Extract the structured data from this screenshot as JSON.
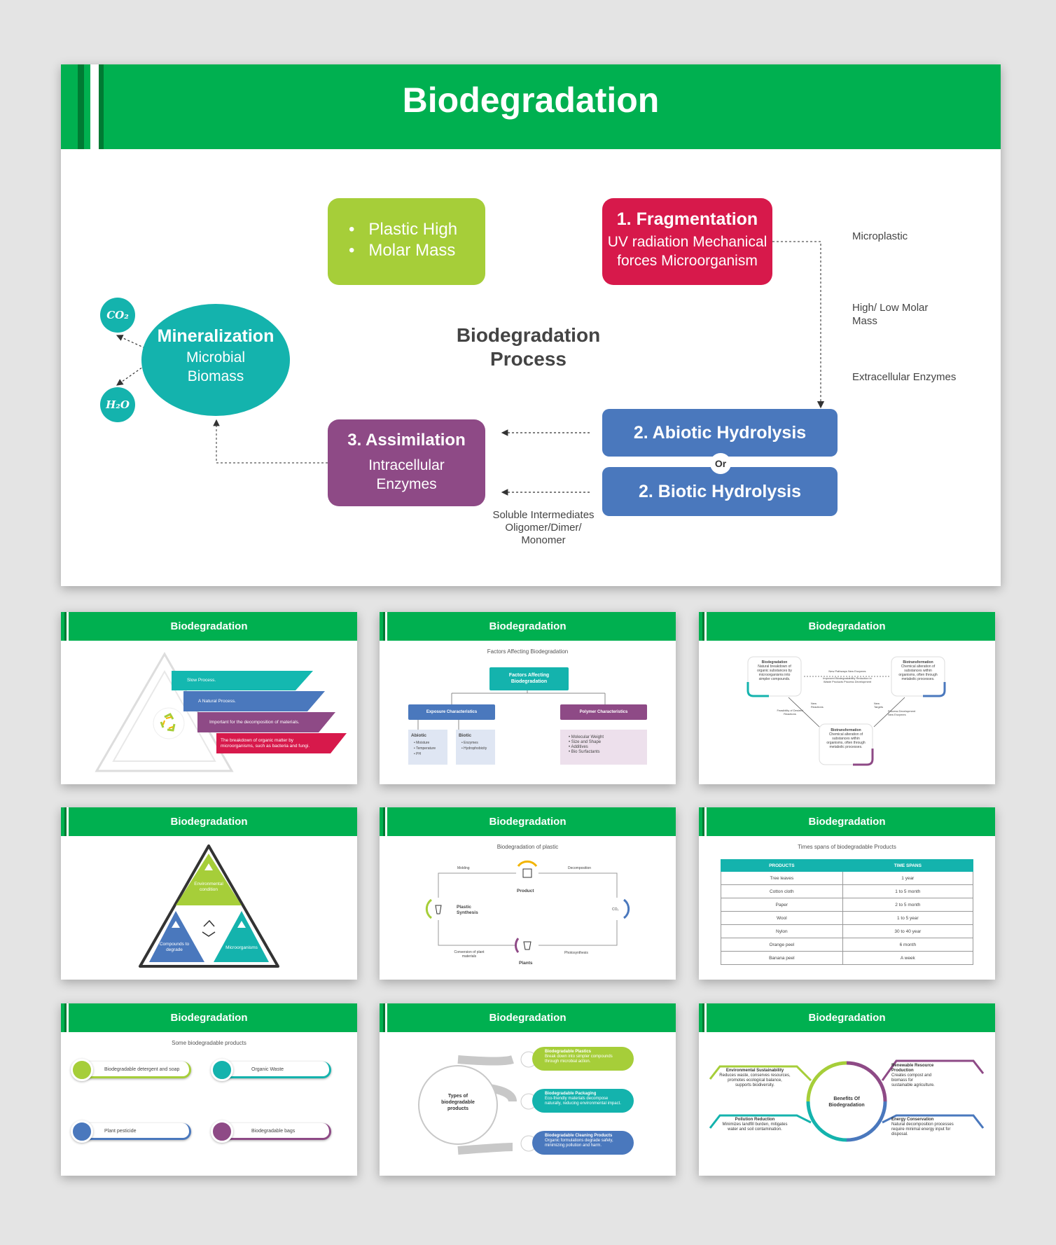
{
  "main": {
    "title": "Biodegradation",
    "green_box": [
      "Plastic High",
      "Molar Mass"
    ],
    "fragmentation": {
      "title": "1. Fragmentation",
      "line1": "UV radiation Mechanical",
      "line2": "forces Microorganism"
    },
    "abiotic": "2. Abiotic Hydrolysis",
    "or": "Or",
    "biotic": "2. Biotic Hydrolysis",
    "assimilation": {
      "title": "3. Assimilation",
      "line1": "Intracellular",
      "line2": "Enzymes"
    },
    "mineralization": {
      "title": "Mineralization",
      "line1": "Microbial",
      "line2": "Biomass"
    },
    "co2": "CO₂",
    "h2o": "H₂O",
    "process": [
      "Biodegradation",
      "Process"
    ],
    "side_labels": {
      "microplastic": "Microplastic",
      "molar": [
        "High/ Low Molar",
        "Mass"
      ],
      "enzymes": "Extracellular Enzymes"
    },
    "soluble": [
      "Soluble Intermediates",
      "Oligomer/Dimer/",
      "Monomer"
    ]
  },
  "thumb_title": "Biodegradation",
  "t1": {
    "items": [
      "Slow Process.",
      "A Natural Process.",
      "Important for the decomposition of materials.",
      "The breakdown of organic matter by",
      "microorganisms, such as bacteria and fungi."
    ]
  },
  "t2": {
    "subtitle": "Factors Affecting Biodegradation",
    "top": [
      "Factors Affecting",
      "Biodegradation"
    ],
    "left": "Exposure Characteristics",
    "right": "Polymer Characteristics",
    "abiotic": "Abiotic",
    "abiotic_items": [
      "Moisture",
      "Temperature",
      "PH"
    ],
    "biotic": "Biotic",
    "biotic_items": [
      "Enzymes",
      "Hydrophobicity"
    ],
    "polymer_items": [
      "Molecular Weight",
      "Size and Shape",
      "Additives",
      "Bio Surfactants"
    ]
  },
  "t3": {
    "node1": {
      "title": "Biodegradation",
      "body": [
        "Natural breakdown of",
        "organic substances by",
        "microorganisms into",
        "simpler compounds."
      ]
    },
    "node2": {
      "title": "Biotransformation",
      "body": [
        "Chemical alteration of",
        "substances within",
        "organisms, often through",
        "metabolic processes."
      ]
    },
    "node3": {
      "title": "Biotransformation",
      "body": [
        "Chemical alteration of",
        "substances within",
        "organisms, often through",
        "metabolic processes."
      ]
    },
    "edge_top": [
      "New Pathways New Enzymes",
      "Improved Biodegradability Reduction in",
      "Waste Products Process Development"
    ],
    "edge_left": [
      "Feasibility of Desired",
      "Reactions"
    ],
    "edge_left2": [
      "New",
      "Reactions"
    ],
    "edge_right": [
      "New",
      "Targets"
    ],
    "edge_right2": [
      "Process Development",
      "New Enzymes"
    ]
  },
  "t4": {
    "top": [
      "Environmental",
      "condition"
    ],
    "left": [
      "Compounds to",
      "degrade"
    ],
    "right": "Microorganisms"
  },
  "t5": {
    "subtitle": "Biodegradation of plastic",
    "molding": "Molding",
    "decomposition": "Decomposition",
    "product": "Product",
    "plastic": [
      "Plastic",
      "Synthesis"
    ],
    "conversion": [
      "Conversion of plant",
      "materials"
    ],
    "photosynthesis": "Photosynthesis",
    "plants": "Plants",
    "co2": "CO₂"
  },
  "t6": {
    "subtitle": "Times spans of biodegradable Products",
    "headers": [
      "PRODUCTS",
      "TIME SPANS"
    ],
    "rows": [
      [
        "Tree leaves",
        "1 year"
      ],
      [
        "Cotton cloth",
        "1 to 5 month"
      ],
      [
        "Paper",
        "2 to 5 month"
      ],
      [
        "Wool",
        "1 to 5 year"
      ],
      [
        "Nylon",
        "30 to 40 year"
      ],
      [
        "Orange peel",
        "6 month"
      ],
      [
        "Banana peel",
        "A week"
      ]
    ]
  },
  "t7": {
    "subtitle": "Some biodegradable products",
    "items": [
      "Biodegradable detergent and soap",
      "Organic Waste",
      "Plant pesticide",
      "Biodegradable bags"
    ]
  },
  "t8": {
    "center": [
      "Types of",
      "biodegradable",
      "products"
    ],
    "items": [
      {
        "title": "Biodegradable Plastics",
        "body": [
          "Break down into simpler compounds",
          "through microbial action."
        ]
      },
      {
        "title": "Biodegradable Packaging",
        "body": [
          "Eco-friendly materials decompose",
          "naturally, reducing environmental impact."
        ]
      },
      {
        "title": "Biodegradable Cleaning Products",
        "body": [
          "Organic formulations degrade safely,",
          "minimizing pollution and harm."
        ]
      }
    ]
  },
  "t9": {
    "center": [
      "Benefits Of",
      "Biodegradation"
    ],
    "items": [
      {
        "title": "Environmental Sustainability",
        "body": [
          "Reduces waste, conserves resources,",
          "promotes ecological balance,",
          "supports biodiversity."
        ]
      },
      {
        "title": [
          "Renewable Resource",
          "Production"
        ],
        "body": [
          "Creates compost and biomass for",
          "sustainable agriculture."
        ]
      },
      {
        "title": "Pollution Reduction",
        "body": [
          "Minimizes landfill burden, mitigates",
          "water and soil contamination."
        ]
      },
      {
        "title": "Energy Conservation",
        "body": [
          "Natural decomposition processes",
          "require minimal energy input for",
          "disposal."
        ]
      }
    ]
  },
  "colors": {
    "green": "#00b050",
    "lime": "#a6ce39",
    "red": "#d7194b",
    "blue": "#4a78bd",
    "purple": "#8e4a86",
    "teal": "#14b3ad"
  }
}
